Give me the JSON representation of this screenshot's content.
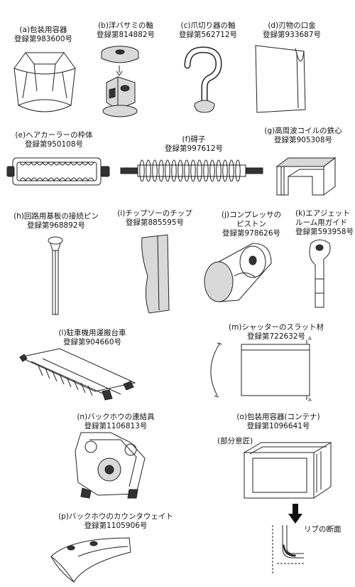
{
  "items": [
    {
      "label": "(a)包装用容器",
      "reg": "登録第983600号"
    },
    {
      "label": "(b)洋バサミの軸",
      "reg": "登録第814882号"
    },
    {
      "label": "(c)爪切り器の軸",
      "reg": "登録第562712号"
    },
    {
      "label": "(d)刃物の口金",
      "reg": "登録第933687号"
    },
    {
      "label": "(e)ヘアカーラーの枠体",
      "reg": "登録第950108号"
    },
    {
      "label": "(f)碍子",
      "reg": "登録第997612号"
    },
    {
      "label": "(g)高周波コイルの鉄心",
      "reg": "登録第905308号"
    },
    {
      "label": "(h)回路用基板の接続ピン",
      "reg": "登録第968892号"
    },
    {
      "label": "(i)チップソーのチップ",
      "reg": "登録第885595号"
    },
    {
      "label": "(j)コンプレッサの",
      "label2": "ピストン",
      "reg": "登録第978626号"
    },
    {
      "label": "(k)エアジェット",
      "label2": "ルーム用ガイド",
      "reg": "登録第593958号"
    },
    {
      "label": "(l)駐車機用運搬台車",
      "reg": "登録第904660号"
    },
    {
      "label": "(m)シャッターのスラット材",
      "reg": "登録第722632号"
    },
    {
      "label": "(n)バックホウの連結具",
      "reg": "登録第1106813号"
    },
    {
      "label": "(o)包装用容器(コンテナ)",
      "reg": "登録第1096641号"
    },
    {
      "label": "(p)バックホウのカウンタウェイト",
      "reg": "登録第1105906号"
    }
  ],
  "notes": {
    "partial_design": "(部分意匠)",
    "rib_section": "リブの断面",
    "section_mark": "A"
  }
}
